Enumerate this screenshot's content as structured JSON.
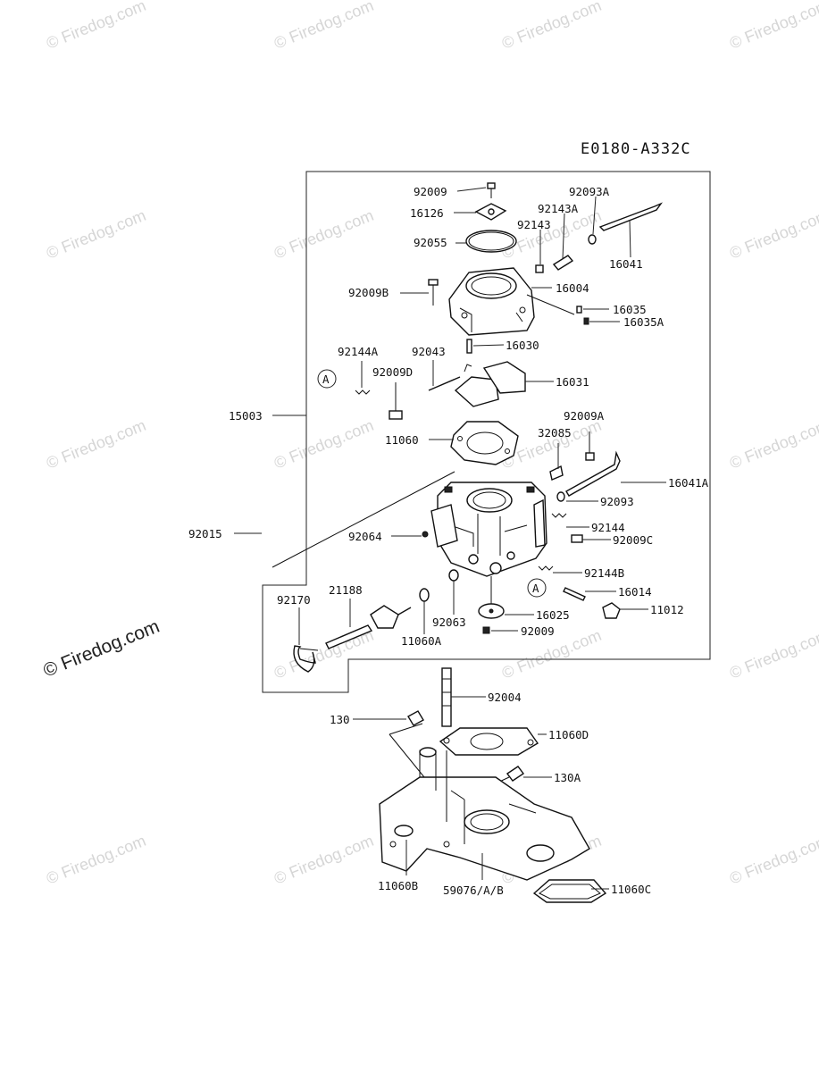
{
  "diagram_code": "E0180-A332C",
  "watermarks": {
    "small": "© Firedog.com",
    "large": "© Firedog.com"
  },
  "callouts": {
    "circle_a1": "A",
    "circle_a2": "A"
  },
  "labels": {
    "p92009_top": "92009",
    "p16126": "16126",
    "p92093A": "92093A",
    "p92143A": "92143A",
    "p92143": "92143",
    "p92055": "92055",
    "p16041": "16041",
    "p92009B": "92009B",
    "p16004": "16004",
    "p16035": "16035",
    "p16035A": "16035A",
    "p16030": "16030",
    "p92144A": "92144A",
    "p92043": "92043",
    "p92009D": "92009D",
    "p16031": "16031",
    "p15003": "15003",
    "p92009A": "92009A",
    "p11060": "11060",
    "p32085": "32085",
    "p16041A": "16041A",
    "p92093": "92093",
    "p92144": "92144",
    "p92015": "92015",
    "p92064": "92064",
    "p92009C": "92009C",
    "p92144B": "92144B",
    "p16014": "16014",
    "p92170": "92170",
    "p21188": "21188",
    "p11012": "11012",
    "p16025": "16025",
    "p92063": "92063",
    "p11060A": "11060A",
    "p92009_bot": "92009",
    "p92004": "92004",
    "p130": "130",
    "p11060D": "11060D",
    "p130A": "130A",
    "p11060B": "11060B",
    "p59076": "59076/A/B",
    "p11060C": "11060C"
  }
}
